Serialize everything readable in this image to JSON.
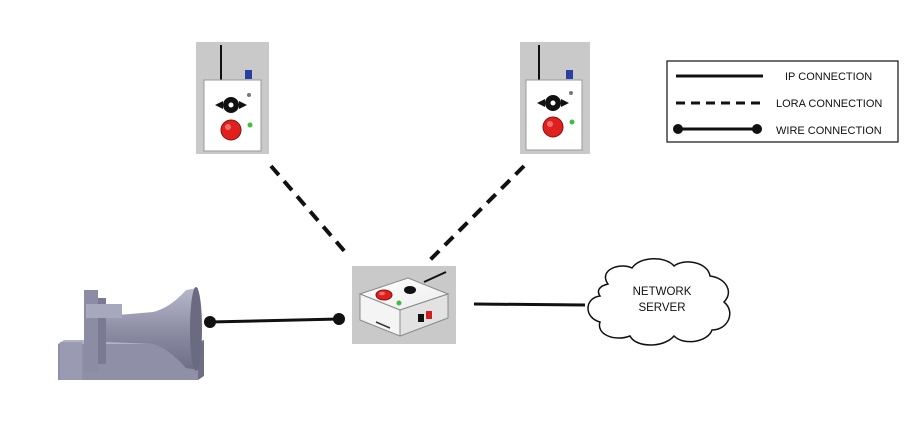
{
  "legend": {
    "items": [
      {
        "label": "IP CONNECTION",
        "line_style": "solid"
      },
      {
        "label": "LORA CONNECTION",
        "line_style": "dashed"
      },
      {
        "label": "WIRE CONNECTION",
        "line_style": "solid-with-end-dots"
      }
    ]
  },
  "network_server": {
    "line1": "NETWORK",
    "line2": "SERVER"
  },
  "nodes": [
    {
      "id": "lora-end-device-left",
      "icon": "lora-button-device-icon"
    },
    {
      "id": "lora-end-device-right",
      "icon": "lora-button-device-icon"
    },
    {
      "id": "lora-gateway",
      "icon": "gateway-box-icon"
    },
    {
      "id": "siren",
      "icon": "siren-horn-icon"
    },
    {
      "id": "network-server",
      "icon": "cloud-icon"
    }
  ],
  "connections": [
    {
      "from": "lora-end-device-left",
      "to": "lora-gateway",
      "type": "LORA CONNECTION"
    },
    {
      "from": "lora-end-device-right",
      "to": "lora-gateway",
      "type": "LORA CONNECTION"
    },
    {
      "from": "lora-gateway",
      "to": "network-server",
      "type": "IP CONNECTION"
    },
    {
      "from": "siren",
      "to": "lora-gateway",
      "type": "WIRE CONNECTION"
    }
  ],
  "colors": {
    "line": "#111111",
    "device_panel": "#c9c9c9",
    "device_body": "#ffffff",
    "button_red": "#e0201e",
    "led_green": "#3fbf3f",
    "antenna_blue": "#2a3fa0",
    "siren_body": "#8f8fa8"
  }
}
